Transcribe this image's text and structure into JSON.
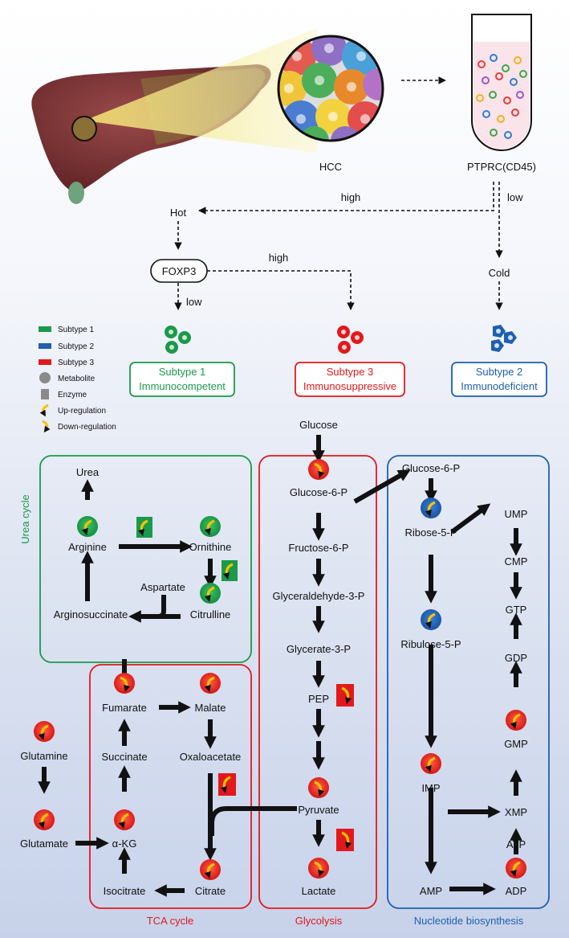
{
  "top": {
    "hcc": "HCC",
    "ptprc": "PTPRC(CD45)",
    "high1": "high",
    "low1": "low",
    "hot": "Hot",
    "cold": "Cold",
    "foxp3": "FOXP3",
    "high2": "high",
    "low2": "low"
  },
  "legend": {
    "subtype1": "Subtype 1",
    "subtype2": "Subtype 2",
    "subtype3": "Subtype 3",
    "metabolite": "Metabolite",
    "enzyme": "Enzyme",
    "up": "Up-regulation",
    "down": "Down-regulation"
  },
  "subtypes": {
    "s1_name": "Subtype 1",
    "s1_desc": "Immunocompetent",
    "s3_name": "Subtype 3",
    "s3_desc": "Immunosuppressive",
    "s2_name": "Subtype 2",
    "s2_desc": "Immunodeficient"
  },
  "urea": {
    "label": "Urea cycle",
    "urea": "Urea",
    "arginine": "Arginine",
    "ornithine": "Ornithine",
    "aspartate": "Aspartate",
    "citrulline": "Citrulline",
    "arginosuccinate": "Arginosuccinate"
  },
  "tca": {
    "label": "TCA cycle",
    "fumarate": "Fumarate",
    "malate": "Malate",
    "succinate": "Succinate",
    "oxaloacetate": "Oxaloacetate",
    "akg": "α-KG",
    "isocitrate": "Isocitrate",
    "citrate": "Citrate",
    "glutamine": "Glutamine",
    "glutamate": "Glutamate"
  },
  "glycolysis": {
    "label": "Glycolysis",
    "glucose": "Glucose",
    "g6p": "Glucose-6-P",
    "f6p": "Fructose-6-P",
    "ga3p": "Glyceraldehyde-3-P",
    "g3p": "Glycerate-3-P",
    "pep": "PEP",
    "pyruvate": "Pyruvate",
    "lactate": "Lactate"
  },
  "nucleotide": {
    "label": "Nucleotide biosynthesis",
    "g6p": "Glucose-6-P",
    "r5p": "Ribose-5-P",
    "ru5p": "Ribulose-5-P",
    "imp": "IMP",
    "amp": "AMP",
    "ump": "UMP",
    "cmp": "CMP",
    "gtp": "GTP",
    "gdp": "GDP",
    "gmp": "GMP",
    "xmp": "XMP",
    "atp": "ATP",
    "adp": "ADP"
  },
  "colors": {
    "subtype1": "#1a9a4a",
    "subtype2": "#1f5fb0",
    "subtype3": "#e2191c",
    "metabolite": "#8a8a8a",
    "arrow_yellow": "#f6c200"
  }
}
